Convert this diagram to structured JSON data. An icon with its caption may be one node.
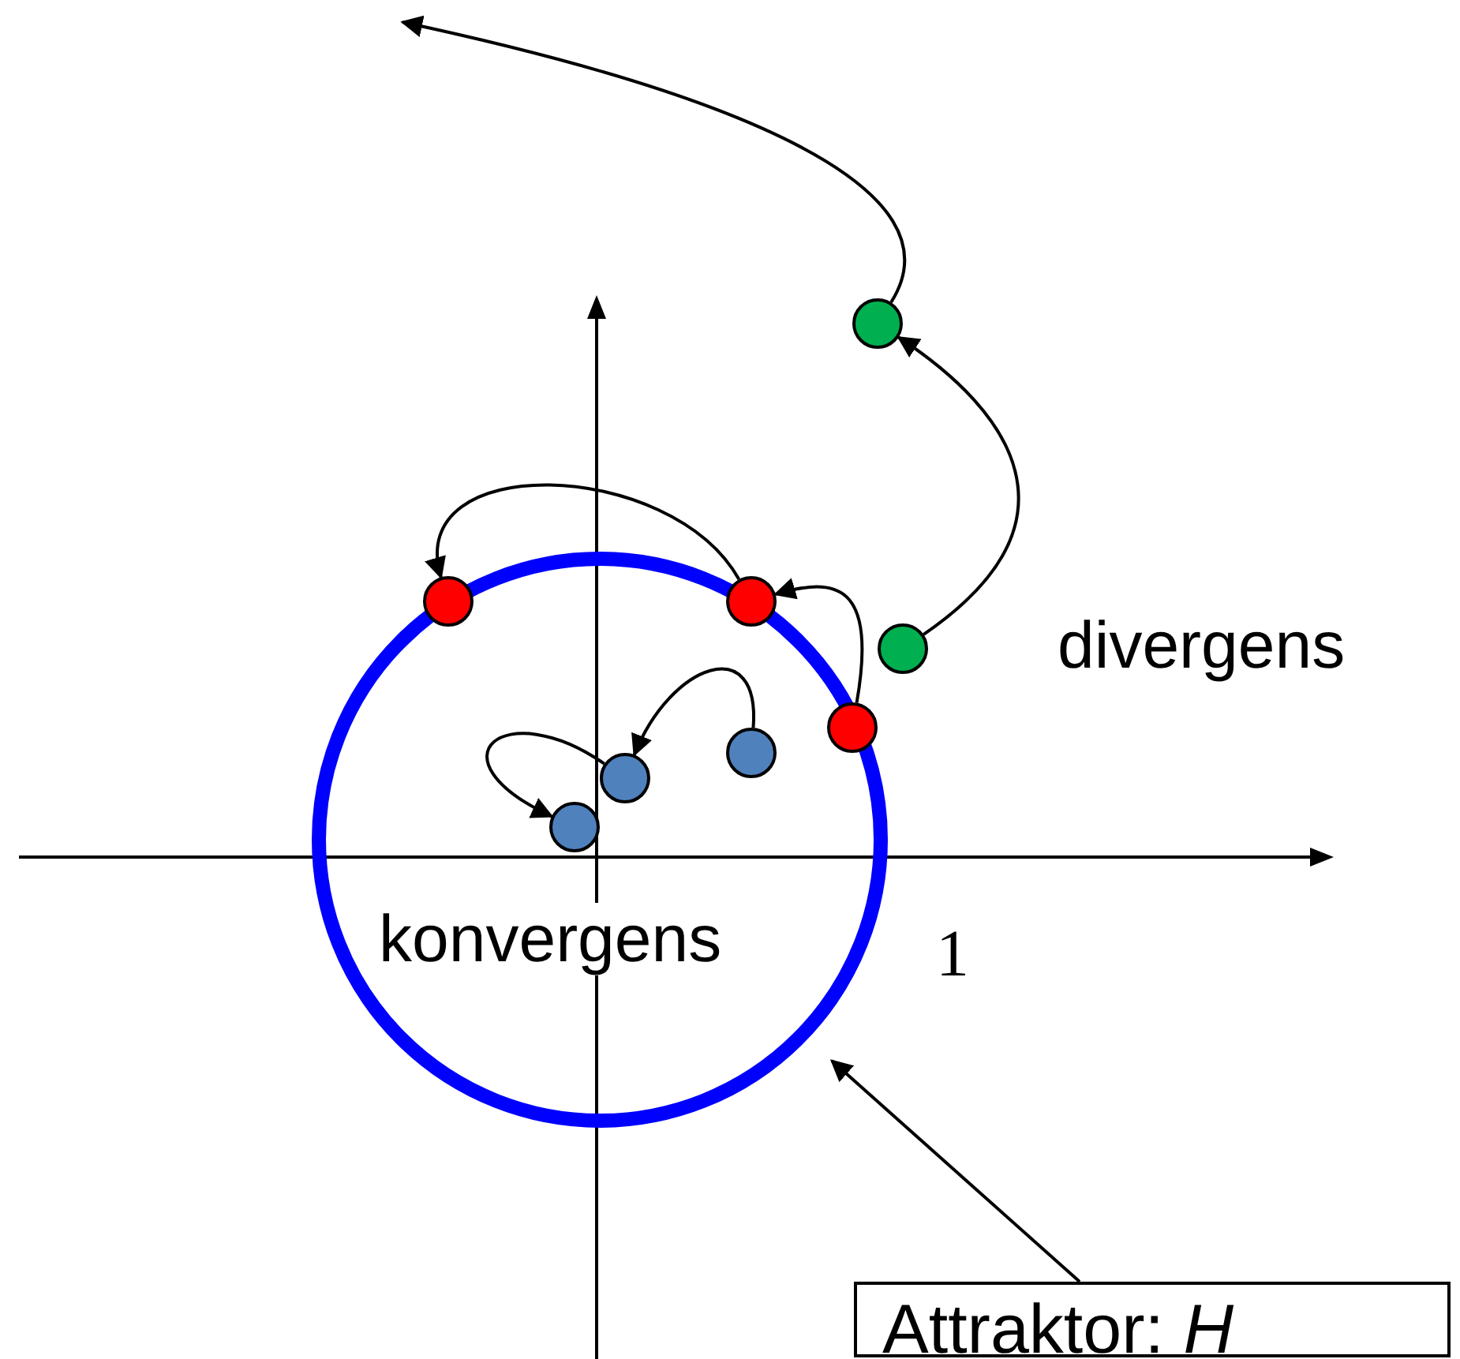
{
  "diagram": {
    "nodes": [
      {
        "text": [],
        "shape": "circle"
      },
      {
        "text": [],
        "shape": "circle"
      },
      {
        "text": [],
        "shape": "circle"
      },
      {
        "text": [],
        "shape": "circle"
      },
      {
        "text": [],
        "shape": "circle"
      },
      {
        "text": [],
        "shape": "circle"
      },
      {
        "text": [],
        "shape": "circle"
      },
      {
        "text": [],
        "shape": "circle"
      },
      {
        "text": [
          "Attraktor: *H*"
        ]
      }
    ],
    "edges": [
      {
        "from": 0,
        "to": null,
        "arrow": "to"
      },
      {
        "from": 1,
        "to": 0,
        "arrow": "to"
      },
      {
        "from": 2,
        "to": 3,
        "arrow": "to"
      },
      {
        "from": 3,
        "to": 4,
        "arrow": "to"
      },
      {
        "from": 5,
        "to": 6,
        "arrow": "to"
      },
      {
        "from": 6,
        "to": 7,
        "arrow": "to"
      },
      {
        "from": 8,
        "to": null,
        "arrow": "to"
      }
    ],
    "labels": [
      "divergens",
      "konvergens",
      "1"
    ]
  }
}
